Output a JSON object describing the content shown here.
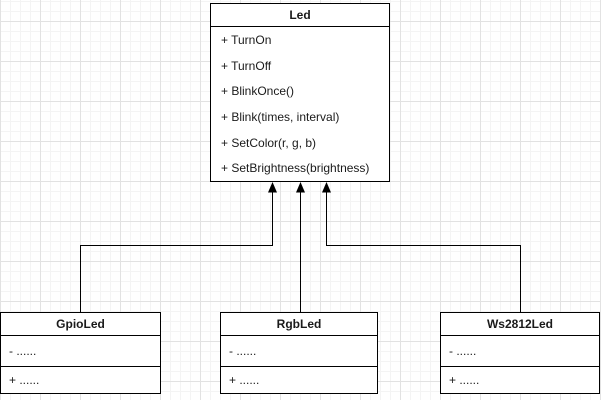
{
  "diagram": {
    "type": "uml-class-diagram",
    "colors": {
      "line": "#000000",
      "shape_fill": "#ffffff",
      "text": "#1a1a1a",
      "grid_minor": "#f4f4f4",
      "grid_major": "#e2e2e2"
    },
    "classes": [
      {
        "id": "led",
        "name": "Led",
        "attributes": [],
        "methods": [
          "+ TurnOn",
          "+ TurnOff",
          "+ BlinkOnce()",
          "+ Blink(times, interval)",
          "+ SetColor(r, g, b)",
          "+ SetBrightness(brightness)"
        ]
      },
      {
        "id": "gpioled",
        "name": "GpioLed",
        "attributes": [
          "- ......"
        ],
        "methods": [
          "+ ......"
        ]
      },
      {
        "id": "rgbled",
        "name": "RgbLed",
        "attributes": [
          "- ......"
        ],
        "methods": [
          "+ ......"
        ]
      },
      {
        "id": "ws2812led",
        "name": "Ws2812Led",
        "attributes": [
          "- ......"
        ],
        "methods": [
          "+ ......"
        ]
      }
    ],
    "edges": [
      {
        "from": "GpioLed",
        "to": "Led",
        "type": "inheritance-arrow"
      },
      {
        "from": "RgbLed",
        "to": "Led",
        "type": "inheritance-arrow"
      },
      {
        "from": "Ws2812Led",
        "to": "Led",
        "type": "inheritance-arrow"
      }
    ]
  }
}
